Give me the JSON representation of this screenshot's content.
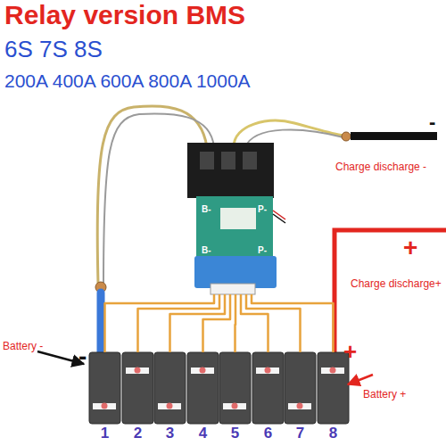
{
  "diagram": {
    "title": "Relay version BMS",
    "nodes": [
      {
        "text": [
          "B-",
          "P-",
          "B-",
          "P-"
        ]
      },
      {
        "text": [
          "1"
        ]
      },
      {
        "text": [
          "2"
        ]
      },
      {
        "text": [
          "3"
        ]
      },
      {
        "text": [
          "4"
        ]
      },
      {
        "text": [
          "5"
        ]
      },
      {
        "text": [
          "6"
        ]
      },
      {
        "text": [
          "7"
        ]
      },
      {
        "text": [
          "8"
        ]
      }
    ],
    "edges": [
      {
        "from": 0,
        "to": 1,
        "arrow": "none"
      },
      {
        "from": 0,
        "to": 2,
        "arrow": "none"
      },
      {
        "from": 0,
        "to": 3,
        "arrow": "none"
      },
      {
        "from": 0,
        "to": 4,
        "arrow": "none"
      },
      {
        "from": 0,
        "to": 5,
        "arrow": "none"
      },
      {
        "from": 0,
        "to": 6,
        "arrow": "none"
      },
      {
        "from": 0,
        "to": 7,
        "arrow": "none"
      },
      {
        "from": 0,
        "to": 8,
        "arrow": "none"
      }
    ],
    "labels": [
      "6S 7S 8S",
      "200A 400A 600A 800A 1000A",
      "-",
      "Charge discharge -",
      "+",
      "Charge discharge+",
      "Battery -",
      "-",
      "+",
      "Battery +"
    ]
  }
}
